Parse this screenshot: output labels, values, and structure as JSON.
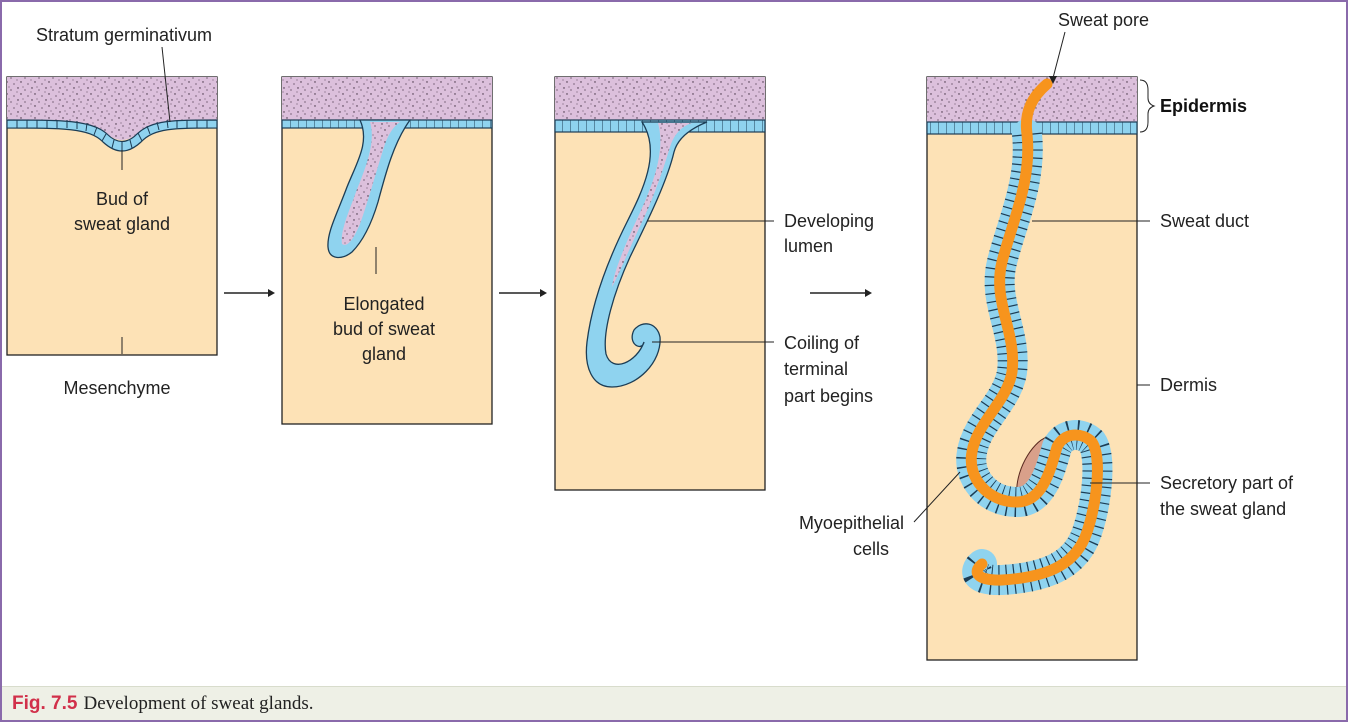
{
  "labels": {
    "stratum_germinativum": "Stratum germinativum",
    "bud_line1": "Bud of",
    "bud_line2": "sweat gland",
    "mesenchyme": "Mesenchyme",
    "elongated_line1": "Elongated",
    "elongated_line2": "bud of sweat",
    "elongated_line3": "gland",
    "developing_line1": "Developing",
    "developing_line2": "lumen",
    "coiling_line1": "Coiling of",
    "coiling_line2": "terminal",
    "coiling_line3": "part begins",
    "sweat_pore": "Sweat pore",
    "epidermis": "Epidermis",
    "sweat_duct": "Sweat duct",
    "dermis": "Dermis",
    "secretory_line1": "Secretory part of",
    "secretory_line2": "the sweat gland",
    "myoepithelial_line1": "Myoepithelial",
    "myoepithelial_line2": "cells"
  },
  "caption": {
    "label": "Fig. 7.5",
    "text": "Development of sweat glands."
  },
  "colors": {
    "dermis": "#fde2b6",
    "epidermis": "#ddc0dc",
    "cells": "#8fd3ef",
    "lumen": "#f7941d",
    "myoepithelial": "#d9a08a",
    "frame": "#8a6aab",
    "caption_label": "#d1304a"
  }
}
